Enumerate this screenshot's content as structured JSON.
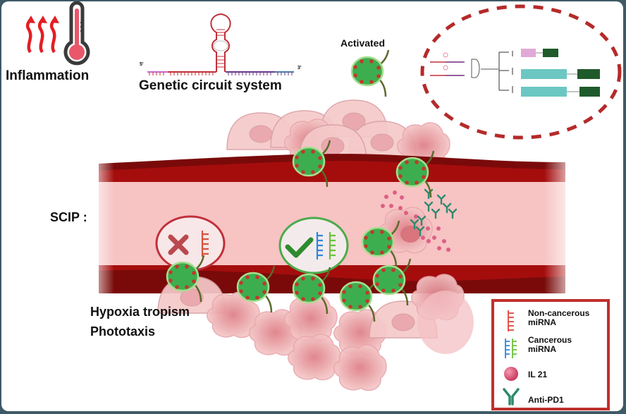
{
  "labels": {
    "inflammation": "Inflammation",
    "genetic_circuit": "Genetic circuit system",
    "activated": "Activated",
    "scip": "SCIP :",
    "hypoxia": "Hypoxia tropism",
    "phototaxis": "Phototaxis",
    "strand_5prime": "5'",
    "strand_3prime": "3'"
  },
  "icons": {
    "heat": "heat-waves-icon",
    "thermometer": "thermometer-icon",
    "hairpin": "rna-hairpin-icon",
    "cell": "green-bacterium-cell-icon",
    "reject": "x-mark-icon",
    "accept": "check-mark-icon"
  },
  "legend": {
    "items": [
      {
        "label_line1": "Non-cancerous",
        "label_line2": "miRNA",
        "icon": "red-mirna-icon"
      },
      {
        "label_line1": "Cancerous",
        "label_line2": "miRNA",
        "icon": "blue-green-mirna-icon"
      },
      {
        "label_line1": "IL 21",
        "label_line2": "",
        "icon": "pink-sphere-icon"
      },
      {
        "label_line1": "Anti-PD1",
        "label_line2": "",
        "icon": "antibody-icon"
      }
    ]
  },
  "colors": {
    "accent_red": "#c0302f",
    "cell_green": "#3dae4f",
    "vessel_dark": "#7a0a0a",
    "vessel_mid": "#a50d0d",
    "lumen": "#f7c3c3",
    "tissue": "#f1bcbc",
    "teal": "#6cc7c2",
    "dark_green": "#1f5a2a"
  }
}
